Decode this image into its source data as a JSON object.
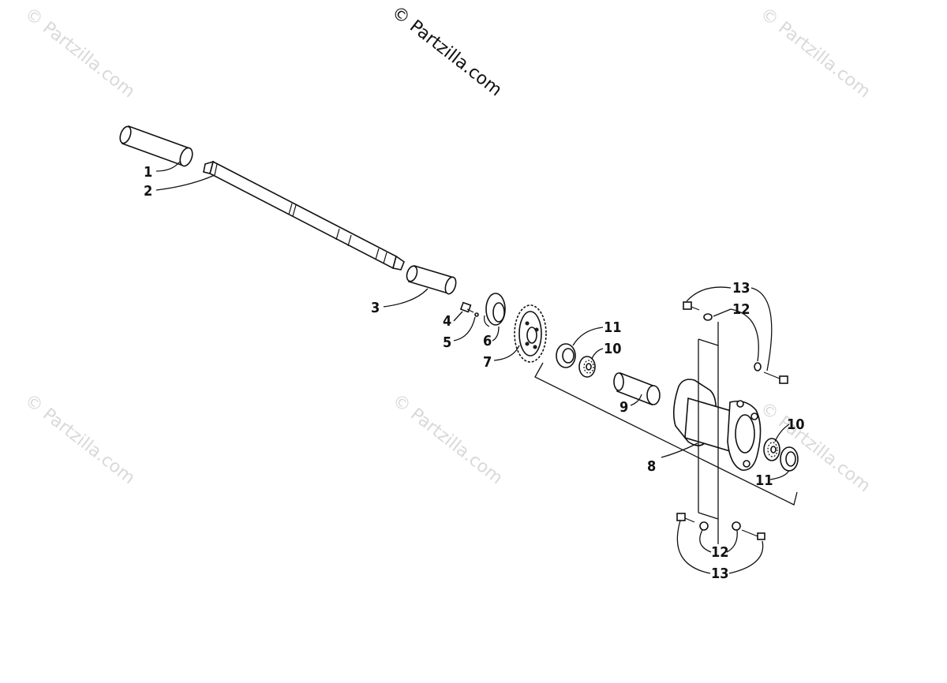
{
  "watermarks": {
    "main": "© Partzilla.com",
    "faded": "© Partzilla.com"
  },
  "callouts": {
    "c1": "1",
    "c2": "2",
    "c3": "3",
    "c4": "4",
    "c5": "5",
    "c6": "6",
    "c7": "7",
    "c8": "8",
    "c9": "9",
    "c10a": "10",
    "c10b": "10",
    "c11a": "11",
    "c11b": "11",
    "c12a": "12",
    "c12b": "12",
    "c13a": "13",
    "c13b": "13"
  },
  "colors": {
    "ink": "#111111",
    "watermark": "#d9d9d9",
    "background": "#ffffff"
  }
}
